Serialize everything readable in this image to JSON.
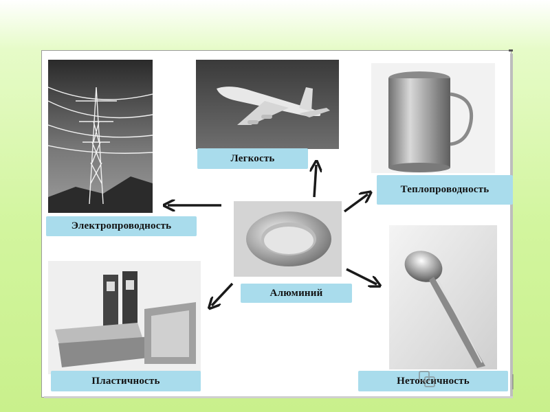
{
  "center": {
    "label": "Алюминий",
    "icon": "aluminum-ring-photo"
  },
  "properties": {
    "conductivity": {
      "label": "Электропроводность",
      "icon": "power-line-tower-photo"
    },
    "lightness": {
      "label": "Легкость",
      "icon": "airplane-photo"
    },
    "thermal": {
      "label": "Теплопроводность",
      "icon": "aluminum-mug-photo"
    },
    "plasticity": {
      "label": "Пластичность",
      "icon": "aluminum-profiles-photo"
    },
    "nontoxicity": {
      "label": "Нетоксичность",
      "icon": "spoon-photo"
    }
  },
  "colors": {
    "label_bg": "#a9dcec",
    "arrow": "#1a1a1a",
    "background": "#d2f59e"
  }
}
